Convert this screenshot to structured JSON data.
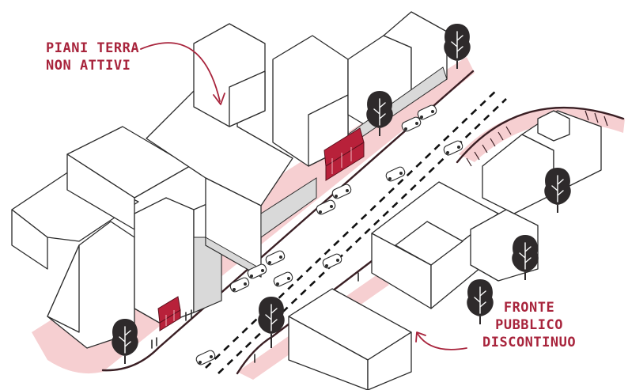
{
  "annotations": {
    "ground_floor_inactive": {
      "line1": "PIANI TERRA",
      "line2": "NON ATTIVI"
    },
    "discontinuous_public_front": {
      "line1": "FRONTE",
      "line2": "PUBBLICO",
      "line3": "DISCONTINUO"
    }
  },
  "colors": {
    "accent": "#a8243c",
    "sidewalk": "#f6cfd1",
    "shop_front": "#b8213a",
    "ink": "#2b2b2b"
  }
}
